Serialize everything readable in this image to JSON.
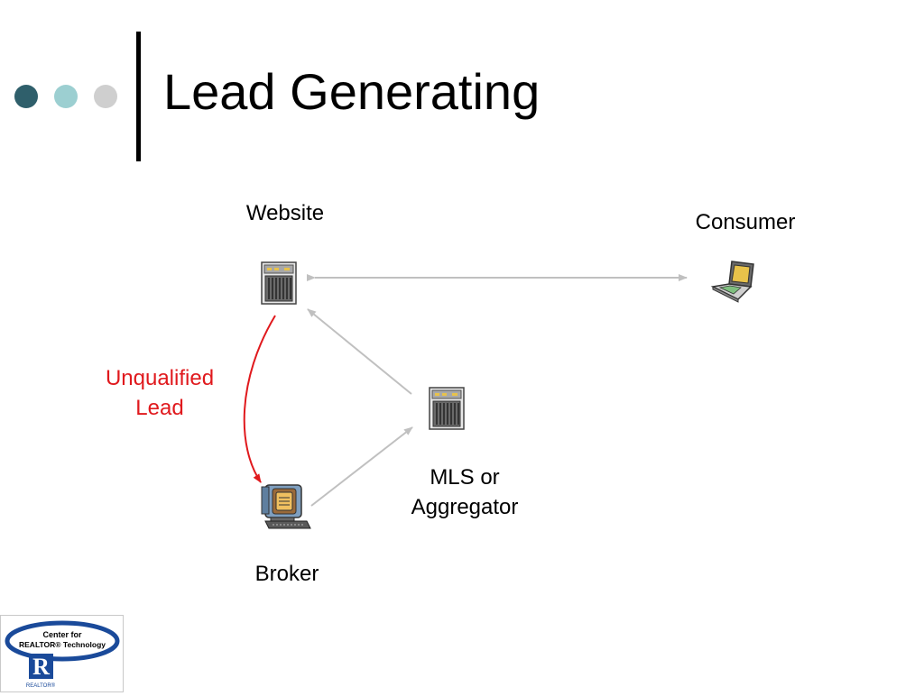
{
  "slide": {
    "title": "Lead Generating"
  },
  "colors": {
    "dot_1": "#2f5f6b",
    "dot_2": "#9ccfd1",
    "dot_3": "#cfcfcf",
    "arrow_gray": "#c0c0c0",
    "arrow_red": "#e0191d",
    "logo_blue": "#1a4a9a"
  },
  "diagram": {
    "nodes": {
      "website": {
        "label": "Website",
        "icon": "server-icon"
      },
      "consumer": {
        "label": "Consumer",
        "icon": "laptop-icon"
      },
      "mls": {
        "label_line1": "MLS or",
        "label_line2": "Aggregator",
        "icon": "server-icon"
      },
      "broker": {
        "label": "Broker",
        "icon": "desktop-computer-icon"
      }
    },
    "edge_label": {
      "line1": "Unqualified",
      "line2": "Lead"
    }
  },
  "logo": {
    "line1": "Center for",
    "line2": "REALTOR® Technology",
    "mark": "R",
    "caption": "REALTOR®"
  }
}
